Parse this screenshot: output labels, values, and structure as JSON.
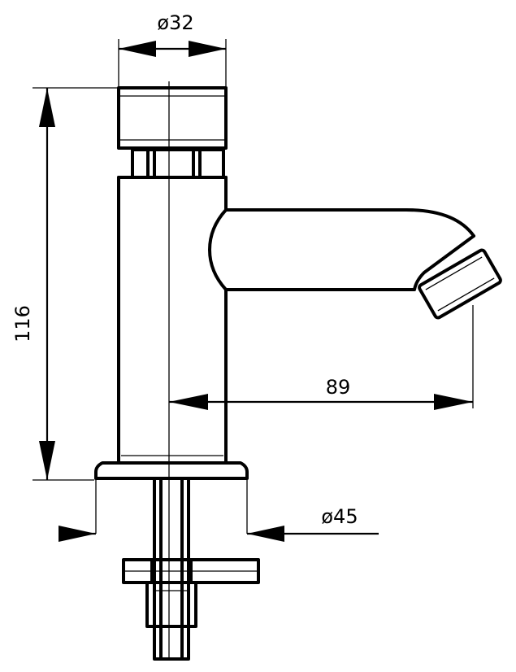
{
  "dimensions": {
    "top_diameter": "ø32",
    "height": "116",
    "spout_projection": "89",
    "base_diameter": "ø45"
  }
}
